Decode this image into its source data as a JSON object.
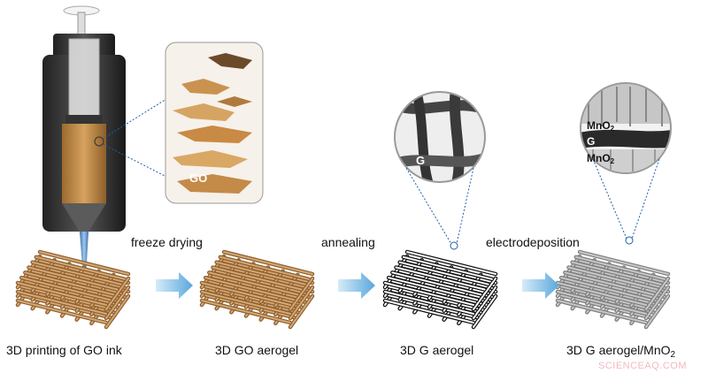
{
  "steps": [
    {
      "label": "3D printing of GO ink",
      "color": "#c98a45"
    },
    {
      "label": "3D GO aerogel",
      "color": "#c98a45"
    },
    {
      "label": "3D G aerogel",
      "color": "#1a1a1a"
    },
    {
      "label": "3D G aerogel/MnO",
      "subscript": "2",
      "color": "#b5b5b5"
    }
  ],
  "processes": [
    "freeze drying",
    "annealing",
    "electrodeposition"
  ],
  "insets": {
    "go_label": "GO",
    "g_label": "G",
    "mno2_label": "MnO",
    "mno2_sub": "2",
    "g_mid_label": "G"
  },
  "arrow_color": "#6fb3e0",
  "watermark": "SCIENCEAQ.COM"
}
